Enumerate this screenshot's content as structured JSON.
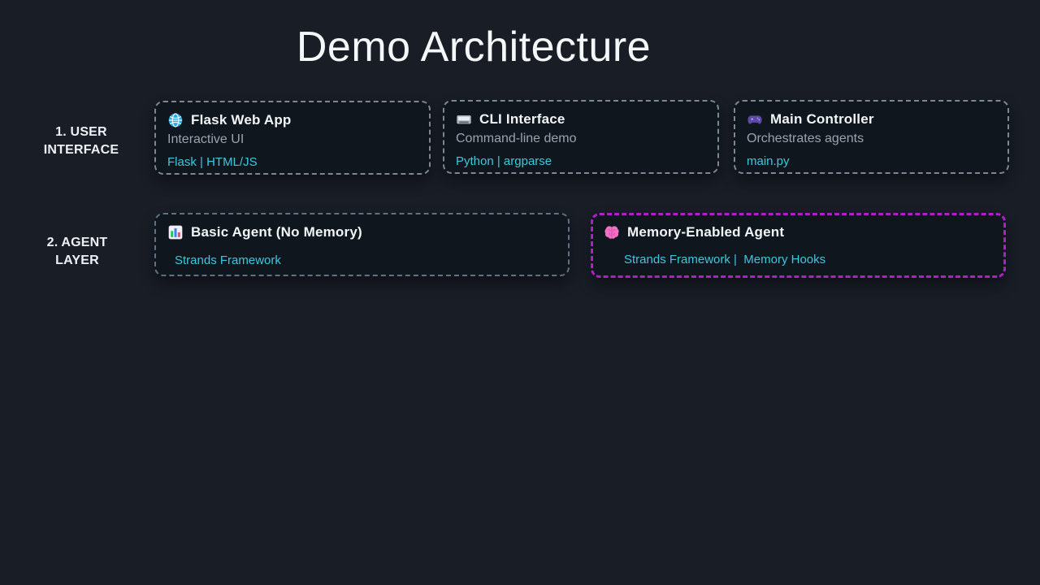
{
  "page": {
    "title": "Demo Architecture"
  },
  "colors": {
    "background": "#181d26",
    "card_background": "#10161e",
    "accent_cyan": "#3cc8dd",
    "muted_text": "#9aa3ad",
    "border_gray": "#7e8790",
    "border_slate": "#5f7183",
    "border_magenta": "#ae1fc7"
  },
  "rows": [
    {
      "label_line1": "1. USER",
      "label_line2": "INTERFACE",
      "cards": [
        {
          "icon": "globe-icon",
          "title": "Flask Web App",
          "subtitle": "Interactive UI",
          "tech": "Flask | HTML/JS"
        },
        {
          "icon": "keyboard-icon",
          "title": "CLI Interface",
          "subtitle": "Command-line demo",
          "tech": "Python | argparse"
        },
        {
          "icon": "gamepad-icon",
          "title": "Main Controller",
          "subtitle": "Orchestrates agents",
          "tech": "main.py"
        }
      ]
    },
    {
      "label_line1": "2. AGENT",
      "label_line2": "LAYER",
      "cards": [
        {
          "icon": "bar-chart-icon",
          "title": "Basic Agent (No Memory)",
          "tech": "Strands Framework"
        },
        {
          "icon": "brain-icon",
          "title": "Memory-Enabled Agent",
          "tech": "Strands Framework |  Memory Hooks"
        }
      ]
    }
  ]
}
